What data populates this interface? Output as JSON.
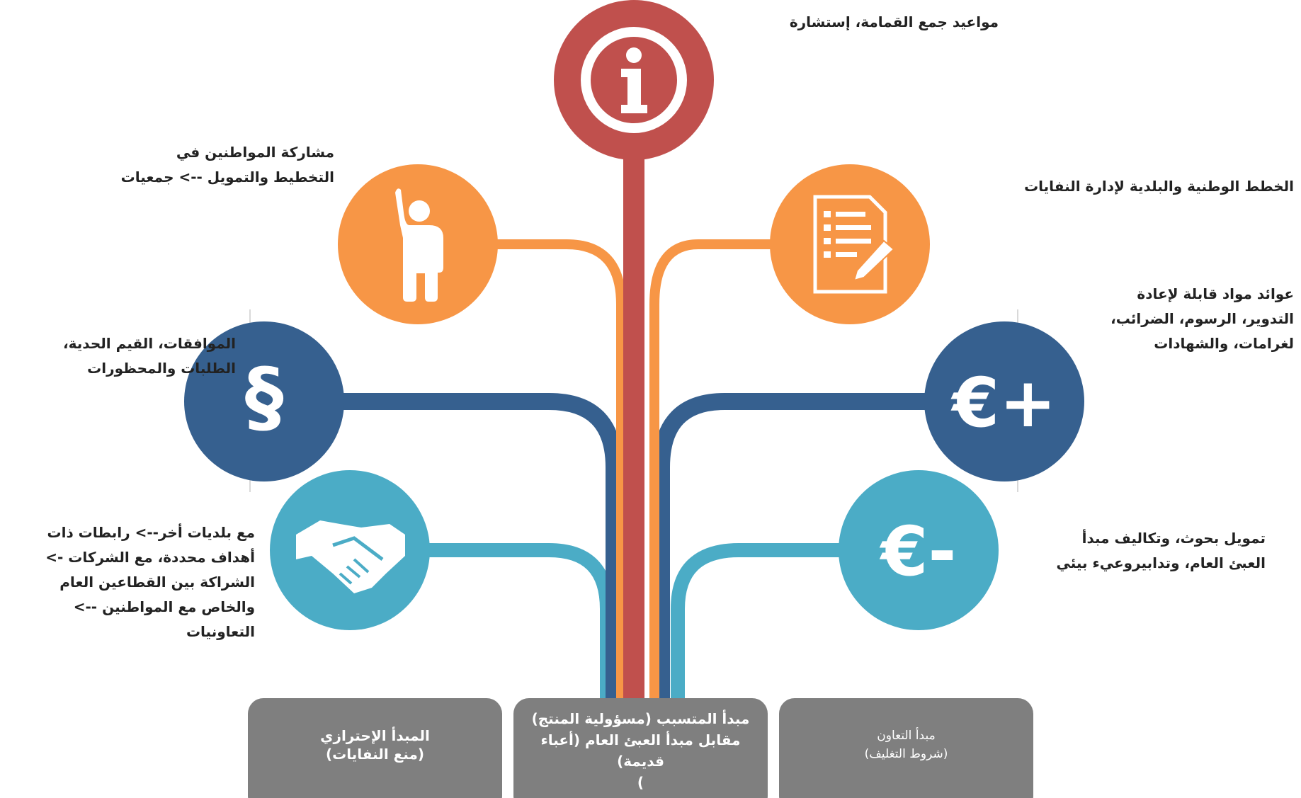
{
  "colors": {
    "red": "#c0504d",
    "orange": "#f79646",
    "dark_blue": "#36608f",
    "light_blue": "#4bacc6",
    "box_gray": "#7f7f7f"
  },
  "nodes": {
    "info": {
      "icon": "info-icon",
      "label": "مواعيد جمع القمامة، إستشارة"
    },
    "citizen": {
      "icon": "person-raising-hand-icon",
      "label_lines": [
        "مشاركة المواطنين في",
        "التخطيط والتمويل --> جمعيات"
      ]
    },
    "plans": {
      "icon": "document-checklist-icon",
      "label": "الخطط الوطنية والبلدية لإدارة النفايات"
    },
    "legal": {
      "icon": "section-sign-icon",
      "glyph": "§",
      "label_lines": [
        "الموافقات، القيم الحدية،",
        "الطلبات والمحظورات"
      ]
    },
    "revenue": {
      "icon": "euro-plus-icon",
      "glyph": "€+",
      "label_lines": [
        "عوائد مواد قابلة لإعادة",
        "التدوير، الرسوم، الضرائب،",
        "لغرامات، والشهادات"
      ]
    },
    "cooperation": {
      "icon": "handshake-icon",
      "label_lines": [
        "مع بلديات أخر--> رابطات ذات",
        "أهداف محددة، مع الشركات ->",
        "الشراكة بين القطاعين العام",
        "والخاص مع المواطنين -->",
        "التعاونيات"
      ]
    },
    "costs": {
      "icon": "euro-minus-icon",
      "glyph": "€-",
      "label_lines": [
        "تمويل بحوث، وتكاليف مبدأ",
        "العبئ العام، وتدابيروعيء بيئي"
      ]
    }
  },
  "boxes": {
    "precaution": {
      "title": "المبدأ الإحترازي",
      "subtitle": "(منع النفايات)"
    },
    "polluter": {
      "lines": [
        "مبدأ المتسبب (مسؤولية المنتج)",
        "مقابل مبدأ العبئ العام (أعباء",
        "قديمة)",
        ")"
      ]
    },
    "cooperation": {
      "title": "مبدأ التعاون",
      "subtitle": "(شروط التغليف)"
    }
  }
}
